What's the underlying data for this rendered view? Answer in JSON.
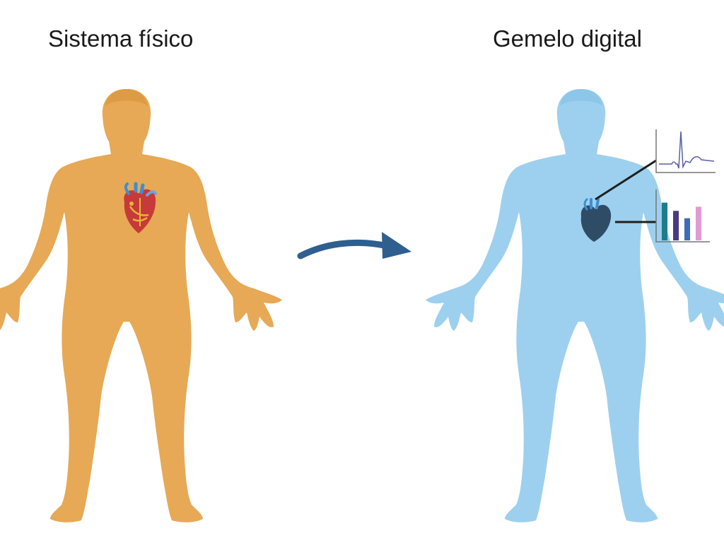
{
  "labels": {
    "physical": "Sistema físico",
    "digital": "Gemelo digital"
  },
  "colors": {
    "physical_body": "#E7A955",
    "digital_body": "#9DD0EE",
    "arrow": "#2E5F8E",
    "heart_red": "#C63A3A",
    "heart_yellow": "#E8B830",
    "vessel_blue": "#3E8ED0",
    "digital_heart": "#2F4C66",
    "ecg_line": "#5A5FA8"
  },
  "icons": {
    "physical_heart": "anatomical-heart-icon",
    "digital_heart": "digital-heart-icon",
    "ecg": "ecg-chart-icon",
    "bars": "bar-chart-icon",
    "arrow": "curved-arrow-icon"
  },
  "mini_chart": {
    "bar_colors": [
      "#1E7C8C",
      "#4A3A80",
      "#3E6CB8",
      "#E29AD3"
    ],
    "bar_levels": [
      0.92,
      0.72,
      0.54,
      0.82
    ]
  }
}
